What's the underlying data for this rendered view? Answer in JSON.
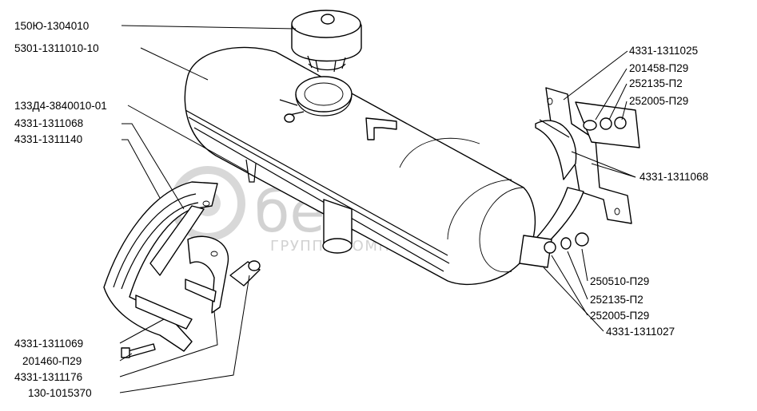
{
  "watermark": {
    "brand": "белапро",
    "tagline": "ГРУППА КОМПАНИЙ"
  },
  "labels": [
    {
      "id": "l1",
      "text": "150Ю-1304010"
    },
    {
      "id": "l2",
      "text": "5301-1311010-10"
    },
    {
      "id": "l3",
      "text": "133Д4-3840010-01"
    },
    {
      "id": "l4",
      "text": "4331-1311068"
    },
    {
      "id": "l5",
      "text": "4331-1311140"
    },
    {
      "id": "l6",
      "text": "4331-1311025"
    },
    {
      "id": "l7",
      "text": "201458-П29"
    },
    {
      "id": "l8",
      "text": "252135-П2"
    },
    {
      "id": "l9",
      "text": "252005-П29"
    },
    {
      "id": "l10",
      "text": "4331-1311068"
    },
    {
      "id": "l11",
      "text": "250510-П29"
    },
    {
      "id": "l12",
      "text": "252135-П2"
    },
    {
      "id": "l13",
      "text": "252005-П29"
    },
    {
      "id": "l14",
      "text": "4331-1311027"
    },
    {
      "id": "l15",
      "text": "4331-1311069"
    },
    {
      "id": "l16",
      "text": "201460-П29"
    },
    {
      "id": "l17",
      "text": "4331-1311176"
    },
    {
      "id": "l18",
      "text": "130-1015370"
    }
  ]
}
